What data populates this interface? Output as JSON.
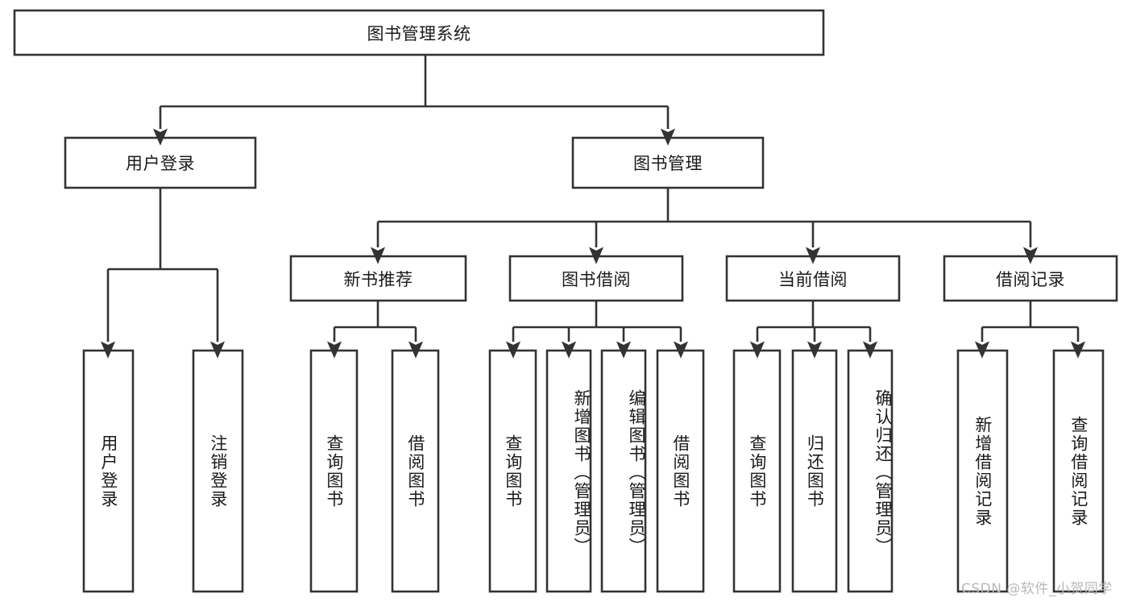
{
  "diagram": {
    "type": "hierarchy-tree",
    "title": "图书管理系统",
    "levels": 4,
    "root": {
      "id": "root",
      "label": "图书管理系统",
      "orientation": "horizontal"
    },
    "level2": [
      {
        "id": "user-login",
        "label": "用户登录",
        "orientation": "horizontal"
      },
      {
        "id": "book-management",
        "label": "图书管理",
        "orientation": "horizontal"
      }
    ],
    "level3": [
      {
        "id": "new-book-recommend",
        "label": "新书推荐",
        "orientation": "horizontal",
        "parent": "book-management"
      },
      {
        "id": "book-borrow",
        "label": "图书借阅",
        "orientation": "horizontal",
        "parent": "book-management"
      },
      {
        "id": "current-borrow",
        "label": "当前借阅",
        "orientation": "horizontal",
        "parent": "book-management"
      },
      {
        "id": "borrow-record",
        "label": "借阅记录",
        "orientation": "horizontal",
        "parent": "book-management"
      }
    ],
    "leaves": [
      {
        "id": "leaf-user-login",
        "label": "用户登录",
        "orientation": "vertical",
        "parent": "user-login"
      },
      {
        "id": "leaf-logout",
        "label": "注销登录",
        "orientation": "vertical",
        "parent": "user-login"
      },
      {
        "id": "leaf-query-book-1",
        "label": "查询图书",
        "orientation": "vertical",
        "parent": "new-book-recommend"
      },
      {
        "id": "leaf-borrow-book-1",
        "label": "借阅图书",
        "orientation": "vertical",
        "parent": "new-book-recommend"
      },
      {
        "id": "leaf-query-book-2",
        "label": "查询图书",
        "orientation": "vertical",
        "parent": "book-borrow"
      },
      {
        "id": "leaf-add-book",
        "label": "新增图书（管理员）",
        "orientation": "vertical",
        "parent": "book-borrow"
      },
      {
        "id": "leaf-edit-book",
        "label": "编辑图书（管理员）",
        "orientation": "vertical",
        "parent": "book-borrow"
      },
      {
        "id": "leaf-borrow-book-2",
        "label": "借阅图书",
        "orientation": "vertical",
        "parent": "book-borrow"
      },
      {
        "id": "leaf-query-book-3",
        "label": "查询图书",
        "orientation": "vertical",
        "parent": "current-borrow"
      },
      {
        "id": "leaf-return-book",
        "label": "归还图书",
        "orientation": "vertical",
        "parent": "current-borrow"
      },
      {
        "id": "leaf-confirm-return",
        "label": "确认归还（管理员）",
        "orientation": "vertical",
        "parent": "current-borrow"
      },
      {
        "id": "leaf-add-record",
        "label": "新增借阅记录",
        "orientation": "vertical",
        "parent": "borrow-record"
      },
      {
        "id": "leaf-query-record",
        "label": "查询借阅记录",
        "orientation": "vertical",
        "parent": "borrow-record"
      }
    ],
    "colors": {
      "stroke": "#333333",
      "fill": "#ffffff",
      "text": "#1a1a1a",
      "background": "#ffffff",
      "watermark": "#b8b8b8"
    }
  },
  "watermark": {
    "text": "CSDN @软件_小贺同学"
  }
}
